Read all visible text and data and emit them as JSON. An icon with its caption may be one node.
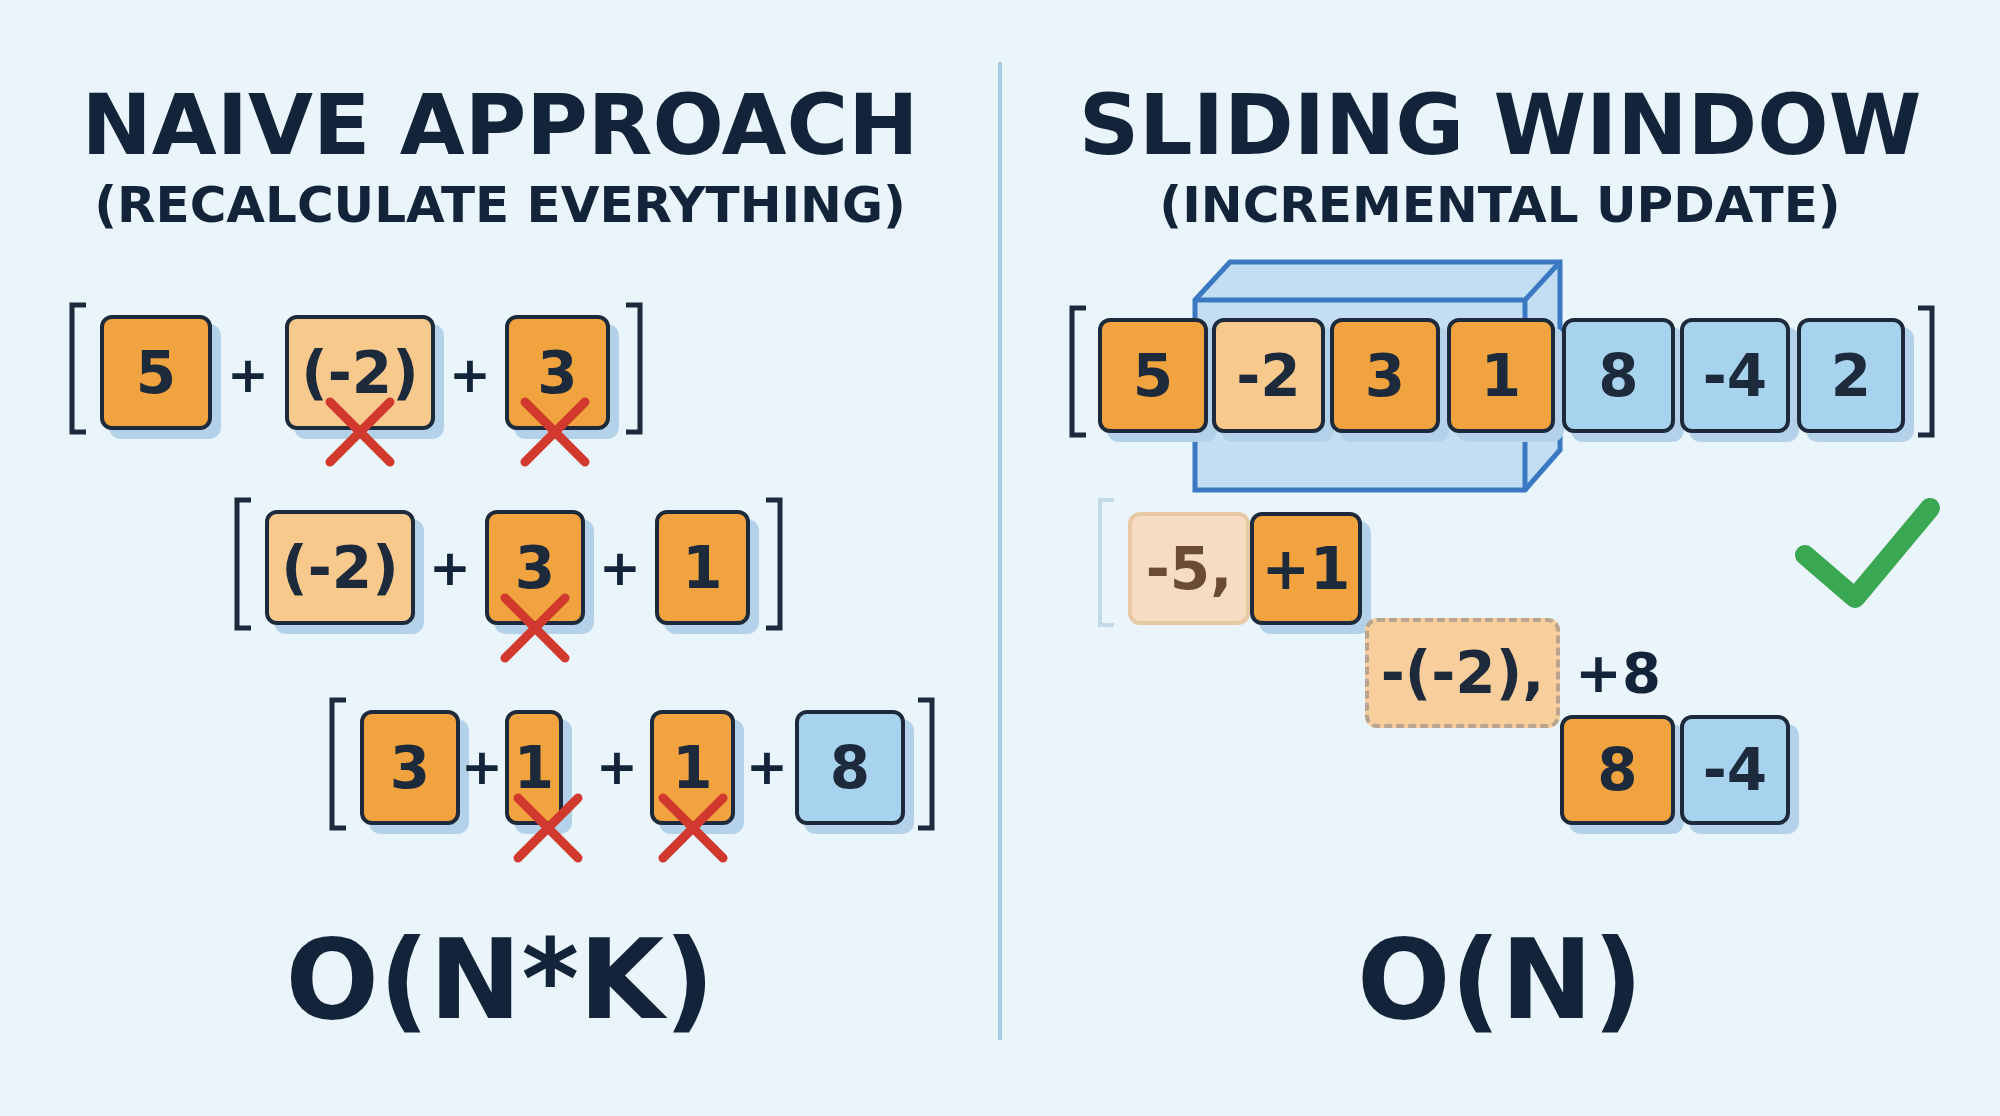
{
  "diagram": {
    "nodes": [
      {
        "text": [
          "5"
        ]
      },
      {
        "text": [
          "(-2)"
        ]
      },
      {
        "text": [
          "3"
        ]
      },
      {
        "text": [
          "(-2)"
        ]
      },
      {
        "text": [
          "3"
        ]
      },
      {
        "text": [
          "1"
        ]
      },
      {
        "text": [
          "3"
        ]
      },
      {
        "text": [
          "1"
        ]
      },
      {
        "text": [
          "1"
        ]
      },
      {
        "text": [
          "8"
        ]
      },
      {
        "text": [
          "5"
        ]
      },
      {
        "text": [
          "-2"
        ]
      },
      {
        "text": [
          "3"
        ]
      },
      {
        "text": [
          "1"
        ]
      },
      {
        "text": [
          "8"
        ]
      },
      {
        "text": [
          "-4"
        ]
      },
      {
        "text": [
          "2"
        ]
      },
      {
        "text": [
          "-5,"
        ]
      },
      {
        "text": [
          "+1"
        ]
      },
      {
        "text": [
          "-(-2),"
        ]
      },
      {
        "text": [
          "8"
        ]
      },
      {
        "text": [
          "-4"
        ]
      }
    ],
    "labels": [
      "NAIVE APPROACH",
      "(RECALCULATE EVERYTHING)",
      "SLIDING WINDOW",
      "(INCREMENTAL UPDATE)",
      "+",
      "+",
      "+",
      "+",
      "+",
      "+",
      "+",
      "+8",
      "O(N*K)",
      "O(N)"
    ]
  }
}
